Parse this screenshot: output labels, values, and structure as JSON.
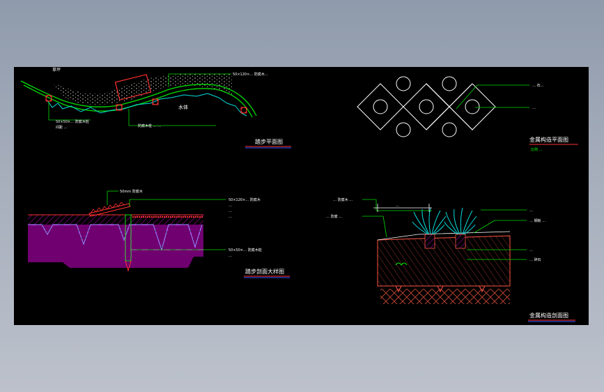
{
  "drawing": {
    "background": "#000000",
    "colors": {
      "green": "#00ff00",
      "red": "#ff3030",
      "magenta": "#ff00ff",
      "cyan": "#00ffff",
      "white": "#ffffff",
      "blue": "#3355ff",
      "salmon": "#ff6655"
    },
    "panels": {
      "plan": {
        "title": "踏步平面图",
        "labels": {
          "top_left": "草坪",
          "top_right": "50×120×… 防腐木…",
          "pond": "水体",
          "note_left_1": "50×50×… 防腐木桩",
          "note_left_2": "间距 …",
          "note_bottom": "防腐木桩 …  …"
        }
      },
      "paving_plan": {
        "title": "金属构造平面图",
        "subtitle": "比例 …",
        "labels": {
          "note_1": "… 石…",
          "note_2": "…"
        }
      },
      "section": {
        "title": "踏步剖面大样图",
        "labels": {
          "note_top": "50mm 防腐木",
          "note_right_1": "50×120×… 防腐木",
          "note_right_2": "…",
          "note_right_3": "…",
          "note_right_4": "…",
          "note_bottom_1": "50×50×… 防腐木桩",
          "note_bottom_2": "…"
        }
      },
      "planting_section": {
        "title": "金属构造剖面图",
        "labels": {
          "note_tl_1": "… 防腐木 …",
          "note_tl_2": "… 防腐 …",
          "dim": "…",
          "note_r_1": "…",
          "note_r_2": "… 钢板 …",
          "note_r_3": "…",
          "note_r_4": "… 碎石"
        }
      }
    }
  }
}
